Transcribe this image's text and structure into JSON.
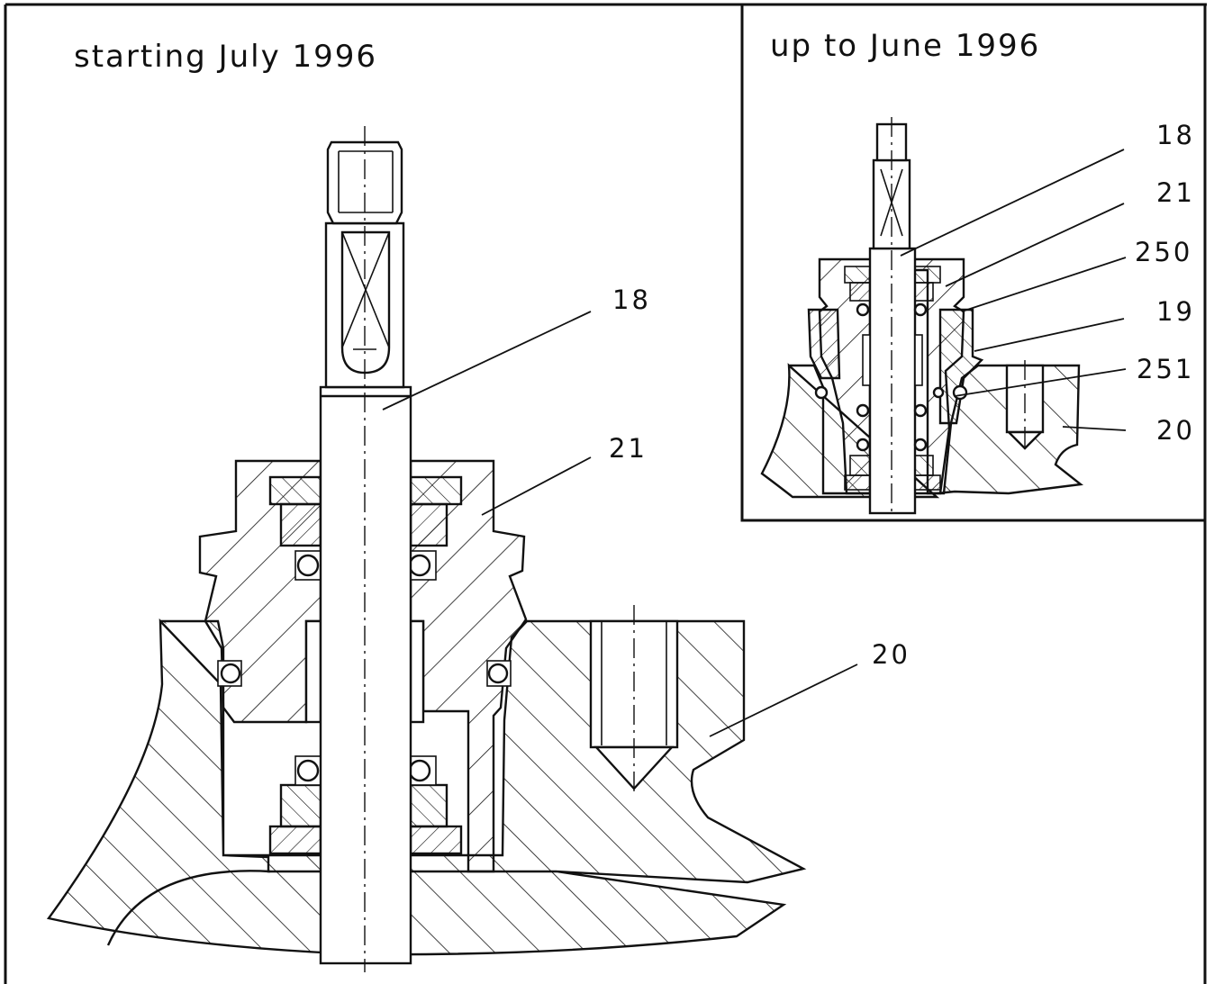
{
  "main_view": {
    "title": "starting July 1996",
    "labels": [
      "18",
      "21",
      "20"
    ]
  },
  "inset_view": {
    "title": "up to June 1996",
    "labels": [
      "18",
      "21",
      "250",
      "19",
      "251",
      "20"
    ]
  }
}
